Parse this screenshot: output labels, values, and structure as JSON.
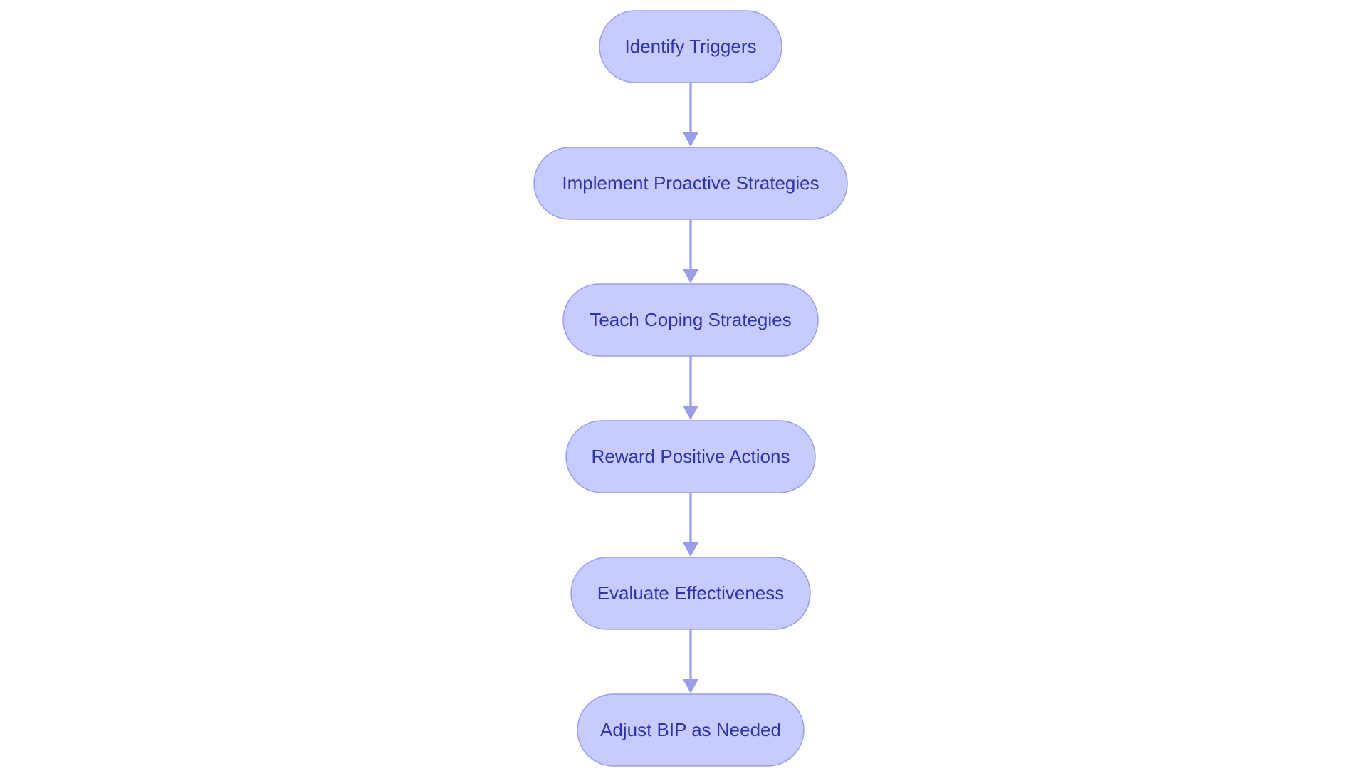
{
  "diagram": {
    "type": "flowchart",
    "direction": "top-to-bottom",
    "nodes": [
      {
        "id": "n1",
        "label": "Identify Triggers"
      },
      {
        "id": "n2",
        "label": "Implement Proactive Strategies"
      },
      {
        "id": "n3",
        "label": "Teach Coping Strategies"
      },
      {
        "id": "n4",
        "label": "Reward Positive Actions"
      },
      {
        "id": "n5",
        "label": "Evaluate Effectiveness"
      },
      {
        "id": "n6",
        "label": "Adjust BIP as Needed"
      }
    ],
    "edges": [
      {
        "from": "n1",
        "to": "n2"
      },
      {
        "from": "n2",
        "to": "n3"
      },
      {
        "from": "n3",
        "to": "n4"
      },
      {
        "from": "n4",
        "to": "n5"
      },
      {
        "from": "n5",
        "to": "n6"
      }
    ],
    "colors": {
      "node_fill": "#c8cbff",
      "node_border": "#9a9eec",
      "label_text": "#2e35a8",
      "edge": "#9a9eea",
      "background": "#ffffff"
    }
  }
}
